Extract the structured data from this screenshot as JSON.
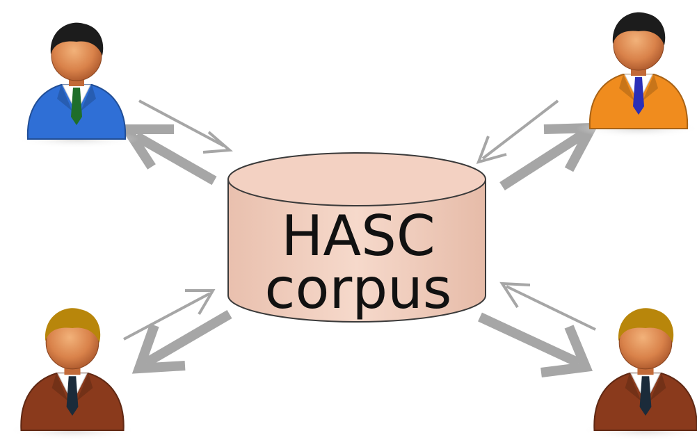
{
  "database": {
    "label_line1": "HASC",
    "label_line2": "corpus",
    "fill_color": "#f3d1c2",
    "stroke_color": "#3a3a3a"
  },
  "arrows": {
    "color": "#a6a6a6"
  },
  "users": [
    {
      "id": "top-left",
      "suit_color": "#2f6fd6",
      "tie_color": "#1f6e2a",
      "hair_color": "#1c1c1c"
    },
    {
      "id": "top-right",
      "suit_color": "#f08c1e",
      "tie_color": "#2a2fb8",
      "hair_color": "#1c1c1c"
    },
    {
      "id": "bottom-left",
      "suit_color": "#8a3a1c",
      "tie_color": "#1b2b3a",
      "hair_color": "#b8860b"
    },
    {
      "id": "bottom-right",
      "suit_color": "#8a3a1c",
      "tie_color": "#1b2b3a",
      "hair_color": "#b8860b"
    }
  ]
}
